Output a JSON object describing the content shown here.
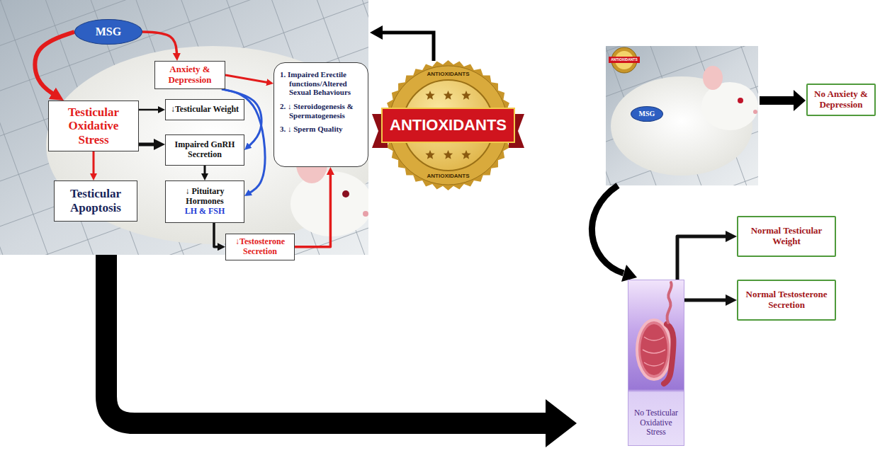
{
  "diagram": {
    "nodes": [
      {
        "text": [
          "MSG"
        ]
      },
      {
        "text": [
          "Anxiety & Depression"
        ]
      },
      {
        "text": [
          "Testicular Oxidative Stress"
        ]
      },
      {
        "text": [
          "↓Testicular Weight"
        ]
      },
      {
        "text": [
          "Impaired GnRH Secretion"
        ]
      },
      {
        "text": [
          "Testicular Apoptosis"
        ]
      },
      {
        "text": [
          "↓ Pituitary Hormones",
          "LH & FSH"
        ]
      },
      {
        "text": [
          "↓Testosterone Secretion"
        ]
      },
      {
        "text": [
          "1. Impaired Erectile functions/Altered Sexual Behaviours",
          "2. ↓ Steroidogenesis & Spermatogenesis",
          "3. ↓ Sperm Quality"
        ]
      },
      {
        "text": [
          "ANTIOXIDANTS",
          "ANTIOXIDANTS",
          "ANTIOXIDANTS"
        ]
      },
      {
        "text": [
          "MSG"
        ]
      },
      {
        "text": [
          "No Anxiety & Depression"
        ]
      },
      {
        "text": [
          "No Testicular Oxidative Stress"
        ]
      },
      {
        "text": [
          "Normal Testicular Weight"
        ]
      },
      {
        "text": [
          "Normal Testosterone Secretion"
        ]
      }
    ],
    "edges": [
      {
        "from": 0,
        "to": 1,
        "arrow": "to"
      },
      {
        "from": 0,
        "to": 2,
        "arrow": "to"
      },
      {
        "from": 2,
        "to": 3,
        "arrow": "to"
      },
      {
        "from": 2,
        "to": 4,
        "arrow": "to"
      },
      {
        "from": 2,
        "to": 5,
        "arrow": "to"
      },
      {
        "from": 4,
        "to": 6,
        "arrow": "to"
      },
      {
        "from": 6,
        "to": 7,
        "arrow": "to"
      },
      {
        "from": 7,
        "to": 8,
        "arrow": "to"
      },
      {
        "from": 1,
        "to": 8,
        "arrow": "to"
      },
      {
        "from": 1,
        "to": 4,
        "arrow": "to"
      },
      {
        "from": 1,
        "to": 6,
        "arrow": "to"
      },
      {
        "from": 12,
        "to": 13,
        "arrow": "to"
      },
      {
        "from": 12,
        "to": 14,
        "arrow": "to"
      }
    ],
    "labels": [
      "ANTIOXIDANTS"
    ]
  }
}
